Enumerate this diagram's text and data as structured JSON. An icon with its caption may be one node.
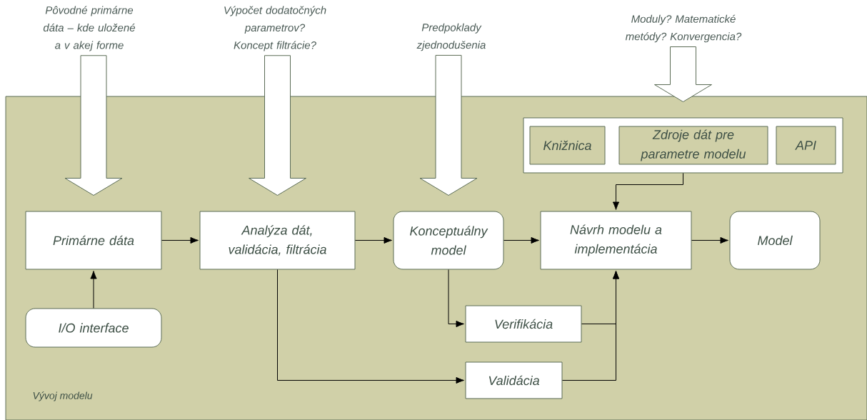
{
  "diagram": {
    "nodes": [
      {
        "text": [
          "Vývoj modelu"
        ]
      },
      {
        "text": [
          "Pôvodné primárne dáta – kde uložené a v akej forme"
        ]
      },
      {
        "text": [
          "Výpočet dodatočných parametrov? Koncept filtrácie?"
        ]
      },
      {
        "text": [
          "Predpoklady zjednodušenia"
        ]
      },
      {
        "text": [
          "Moduly? Matematické metódy? Konvergencia?"
        ]
      },
      {
        "text": [],
        "shape": "box",
        "in": 0
      },
      {
        "text": [
          "Knižnica"
        ],
        "in": 5
      },
      {
        "text": [
          "Zdroje dát pre parametre modelu"
        ],
        "in": 5
      },
      {
        "text": [
          "API"
        ],
        "in": 5
      },
      {
        "text": [
          "Primárne dáta"
        ],
        "in": 0
      },
      {
        "text": [
          "Analýza dát, validácia, filtrácia"
        ],
        "in": 0
      },
      {
        "text": [
          "Konceptuálny model"
        ],
        "in": 0
      },
      {
        "text": [
          "Návrh modelu a implementácia"
        ],
        "in": 0
      },
      {
        "text": [
          "Model"
        ],
        "in": 0
      },
      {
        "text": [
          "I/O interface"
        ],
        "in": 0
      },
      {
        "text": [
          "Verifikácia"
        ],
        "in": 0
      },
      {
        "text": [
          "Validácia"
        ],
        "in": 0
      }
    ],
    "edges": [
      {
        "from": 1,
        "to": 9,
        "arrow": "to",
        "style": "thick"
      },
      {
        "from": 2,
        "to": 10,
        "arrow": "to",
        "style": "thick"
      },
      {
        "from": 3,
        "to": 11,
        "arrow": "to",
        "style": "thick"
      },
      {
        "from": 4,
        "to": 5,
        "arrow": "to",
        "style": "thick"
      },
      {
        "from": 5,
        "to": 12,
        "arrow": "to"
      },
      {
        "from": 9,
        "to": 10,
        "arrow": "to"
      },
      {
        "from": 10,
        "to": 11,
        "arrow": "to"
      },
      {
        "from": 11,
        "to": 12,
        "arrow": "to"
      },
      {
        "from": 12,
        "to": 13,
        "arrow": "to"
      },
      {
        "from": 14,
        "to": 9,
        "arrow": "to"
      },
      {
        "from": 11,
        "to": 15,
        "arrow": "to"
      },
      {
        "from": 10,
        "to": 16,
        "arrow": "to"
      },
      {
        "from": 15,
        "to": 12,
        "arrow": "to"
      },
      {
        "from": 16,
        "to": 12,
        "arrow": "to"
      }
    ]
  }
}
